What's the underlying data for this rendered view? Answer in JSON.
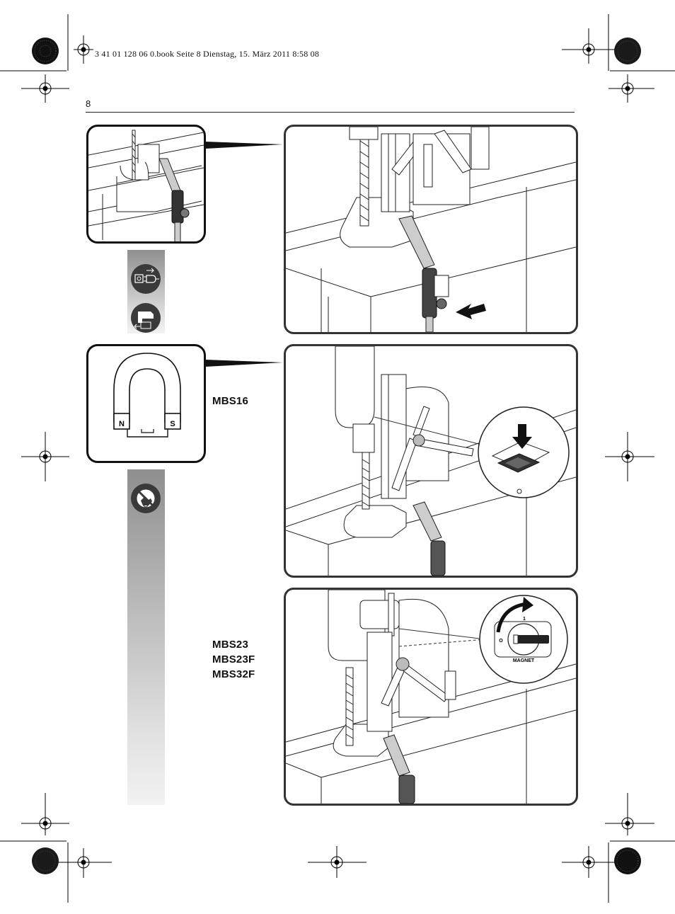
{
  "header": {
    "file_line": "3 41 01 128 06 0.book  Seite 8  Dienstag, 15. März 2011  8:58 08",
    "page_number": "8"
  },
  "magnet_inset": {
    "pole_north": "N",
    "pole_south": "S"
  },
  "models": {
    "mbs16": "MBS16",
    "group": [
      "MBS23",
      "MBS23F",
      "MBS32F"
    ]
  },
  "switch_inset": {
    "position_on": "1",
    "position_off": "O",
    "label": "MAGNET"
  },
  "colors": {
    "frame": "#333333",
    "gradient_dark": "#8f8f8f",
    "gradient_light": "#f2f2f2",
    "icon_dark": "#3a3a3a"
  }
}
